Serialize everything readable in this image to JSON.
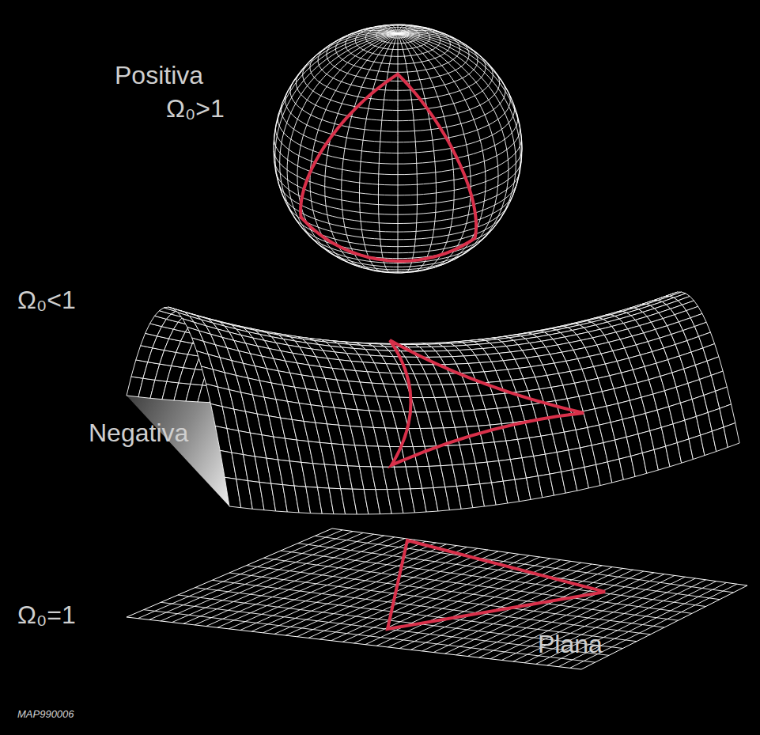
{
  "diagram": {
    "labels": [
      "Positiva",
      "Ω₀>1",
      "Ω₀<1",
      "Negativa",
      "Ω₀=1",
      "Plana",
      "MAP990006"
    ]
  }
}
